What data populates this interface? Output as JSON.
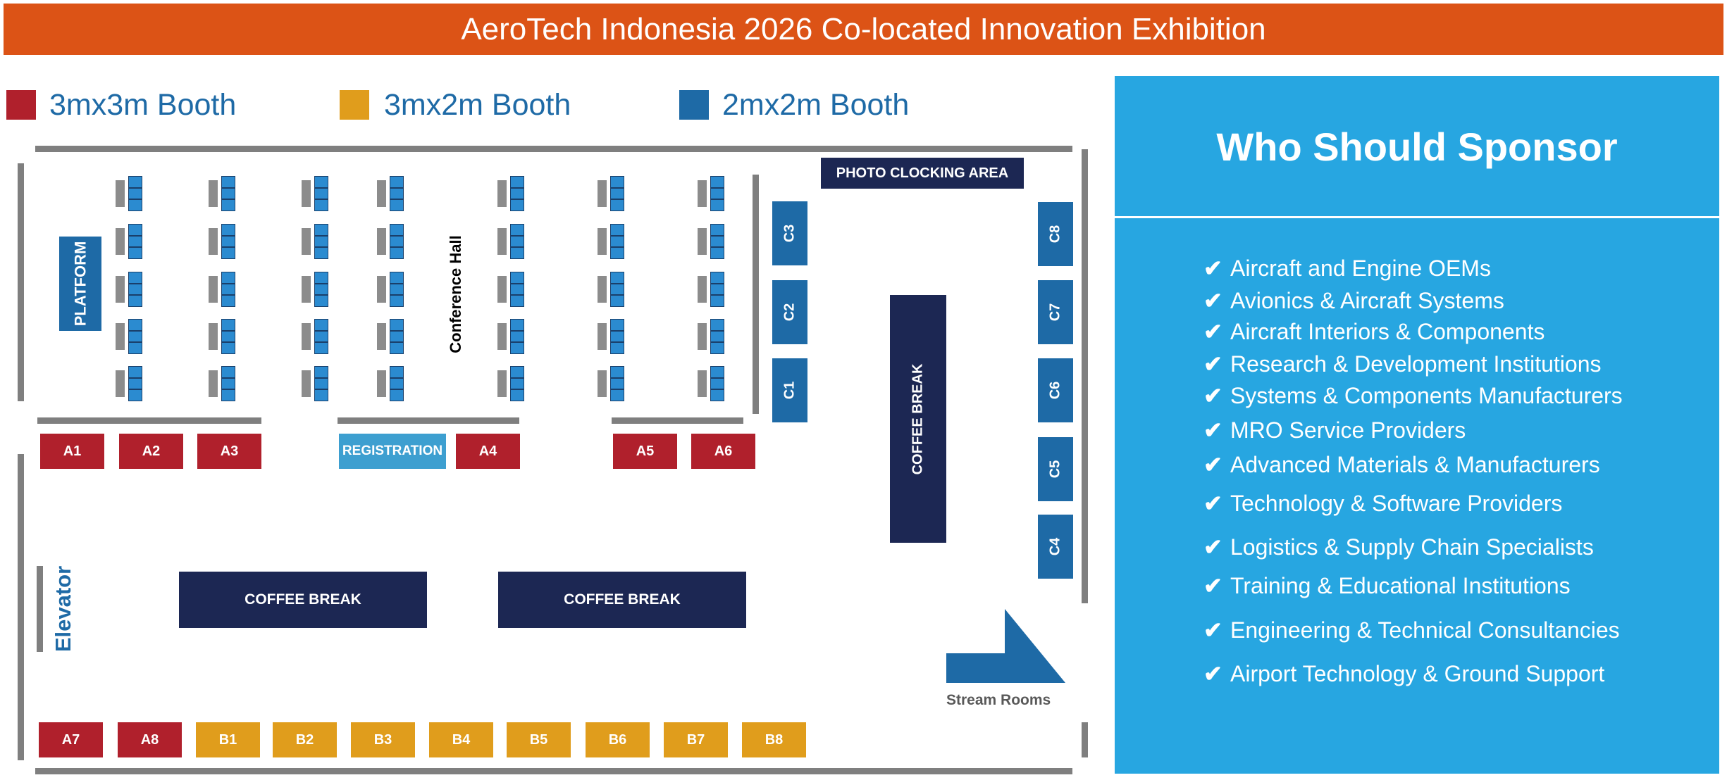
{
  "title": "AeroTech Indonesia 2026 Co-located Innovation Exhibition",
  "colors": {
    "header": "#dc5316",
    "booth_3x3": "#b0202c",
    "booth_3x2": "#e09d1c",
    "booth_2x2": "#1e6aa6",
    "navy": "#1c2753",
    "sponsor_panel": "#27a6e1",
    "registration": "#3d9fd0"
  },
  "legend": [
    {
      "label": "3mx3m Booth",
      "color": "#b0202c"
    },
    {
      "label": "3mx2m Booth",
      "color": "#e09d1c"
    },
    {
      "label": "2mx2m Booth",
      "color": "#1e6aa6"
    }
  ],
  "floorplan": {
    "platform": "PLATFORM",
    "conference_hall": "Conference Hall",
    "photo_area": "PHOTO CLOCKING AREA",
    "registration": "REGISTRATION",
    "coffee_break": "COFFEE BREAK",
    "elevator": "Elevator",
    "stream_rooms": "Stream Rooms",
    "booths_a": [
      "A1",
      "A2",
      "A3",
      "A4",
      "A5",
      "A6",
      "A7",
      "A8"
    ],
    "booths_b": [
      "B1",
      "B2",
      "B3",
      "B4",
      "B5",
      "B6",
      "B7",
      "B8"
    ],
    "booths_c": [
      "C1",
      "C2",
      "C3",
      "C4",
      "C5",
      "C6",
      "C7",
      "C8"
    ]
  },
  "sponsor": {
    "title": "Who Should Sponsor",
    "check_icon": "✔",
    "items": [
      "Aircraft and Engine OEMs",
      "Avionics & Aircraft Systems",
      "Aircraft Interiors & Components",
      "Research & Development Institutions",
      "Systems & Components Manufacturers",
      "MRO Service Providers",
      "Advanced Materials & Manufacturers",
      "Technology & Software Providers",
      "Logistics & Supply Chain Specialists",
      "Training & Educational Institutions",
      "Engineering & Technical Consultancies",
      "Airport Technology & Ground Support"
    ]
  }
}
